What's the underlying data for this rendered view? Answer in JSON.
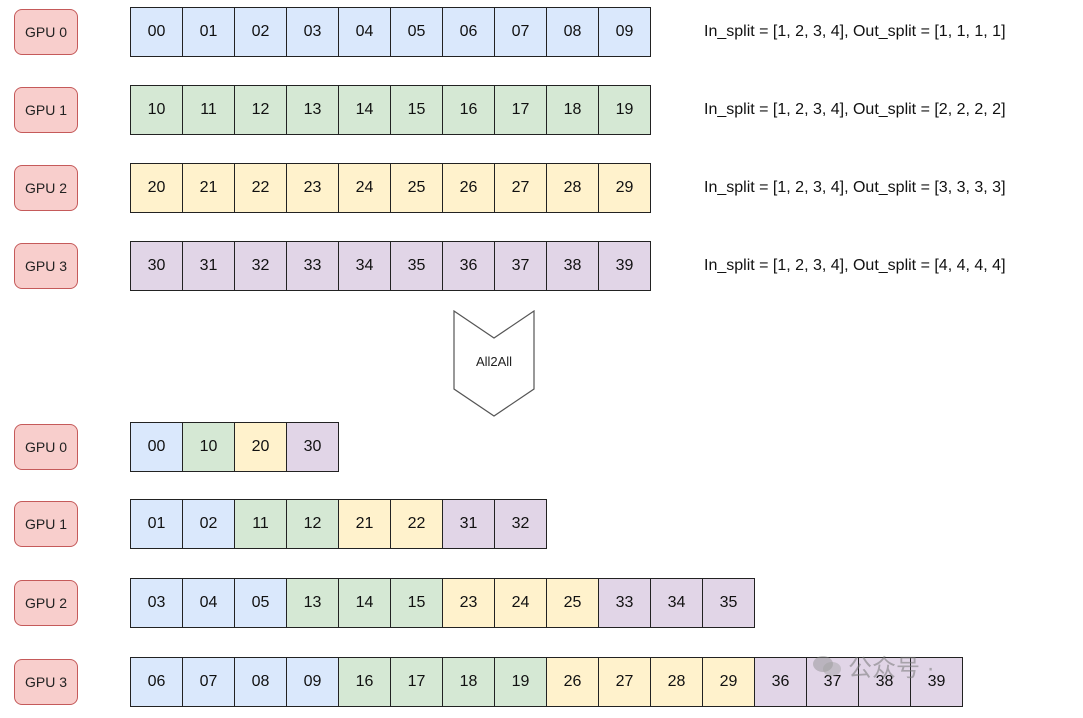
{
  "colors": {
    "gpu_fill": "#f8cecc",
    "gpu_border": "#c55a5a",
    "source_0": "#dae8fc",
    "source_1": "#d5e8d4",
    "source_2": "#fff2cc",
    "source_3": "#e1d5e7"
  },
  "before": [
    {
      "gpu": "GPU 0",
      "cells": [
        "00",
        "01",
        "02",
        "03",
        "04",
        "05",
        "06",
        "07",
        "08",
        "09"
      ],
      "split": "In_split = [1, 2, 3, 4], Out_split = [1, 1, 1, 1]"
    },
    {
      "gpu": "GPU 1",
      "cells": [
        "10",
        "11",
        "12",
        "13",
        "14",
        "15",
        "16",
        "17",
        "18",
        "19"
      ],
      "split": "In_split = [1, 2, 3, 4], Out_split = [2, 2, 2, 2]"
    },
    {
      "gpu": "GPU 2",
      "cells": [
        "20",
        "21",
        "22",
        "23",
        "24",
        "25",
        "26",
        "27",
        "28",
        "29"
      ],
      "split": "In_split = [1, 2, 3, 4], Out_split = [3, 3, 3, 3]"
    },
    {
      "gpu": "GPU 3",
      "cells": [
        "30",
        "31",
        "32",
        "33",
        "34",
        "35",
        "36",
        "37",
        "38",
        "39"
      ],
      "split": "In_split = [1, 2, 3, 4], Out_split = [4, 4, 4, 4]"
    }
  ],
  "arrow_label": "All2All",
  "after": [
    {
      "gpu": "GPU 0",
      "cells": [
        "00",
        "10",
        "20",
        "30"
      ]
    },
    {
      "gpu": "GPU 1",
      "cells": [
        "01",
        "02",
        "11",
        "12",
        "21",
        "22",
        "31",
        "32"
      ]
    },
    {
      "gpu": "GPU 2",
      "cells": [
        "03",
        "04",
        "05",
        "13",
        "14",
        "15",
        "23",
        "24",
        "25",
        "33",
        "34",
        "35"
      ]
    },
    {
      "gpu": "GPU 3",
      "cells": [
        "06",
        "07",
        "08",
        "09",
        "16",
        "17",
        "18",
        "19",
        "26",
        "27",
        "28",
        "29",
        "36",
        "37",
        "38",
        "39"
      ]
    }
  ],
  "watermark": "公众号 ·"
}
